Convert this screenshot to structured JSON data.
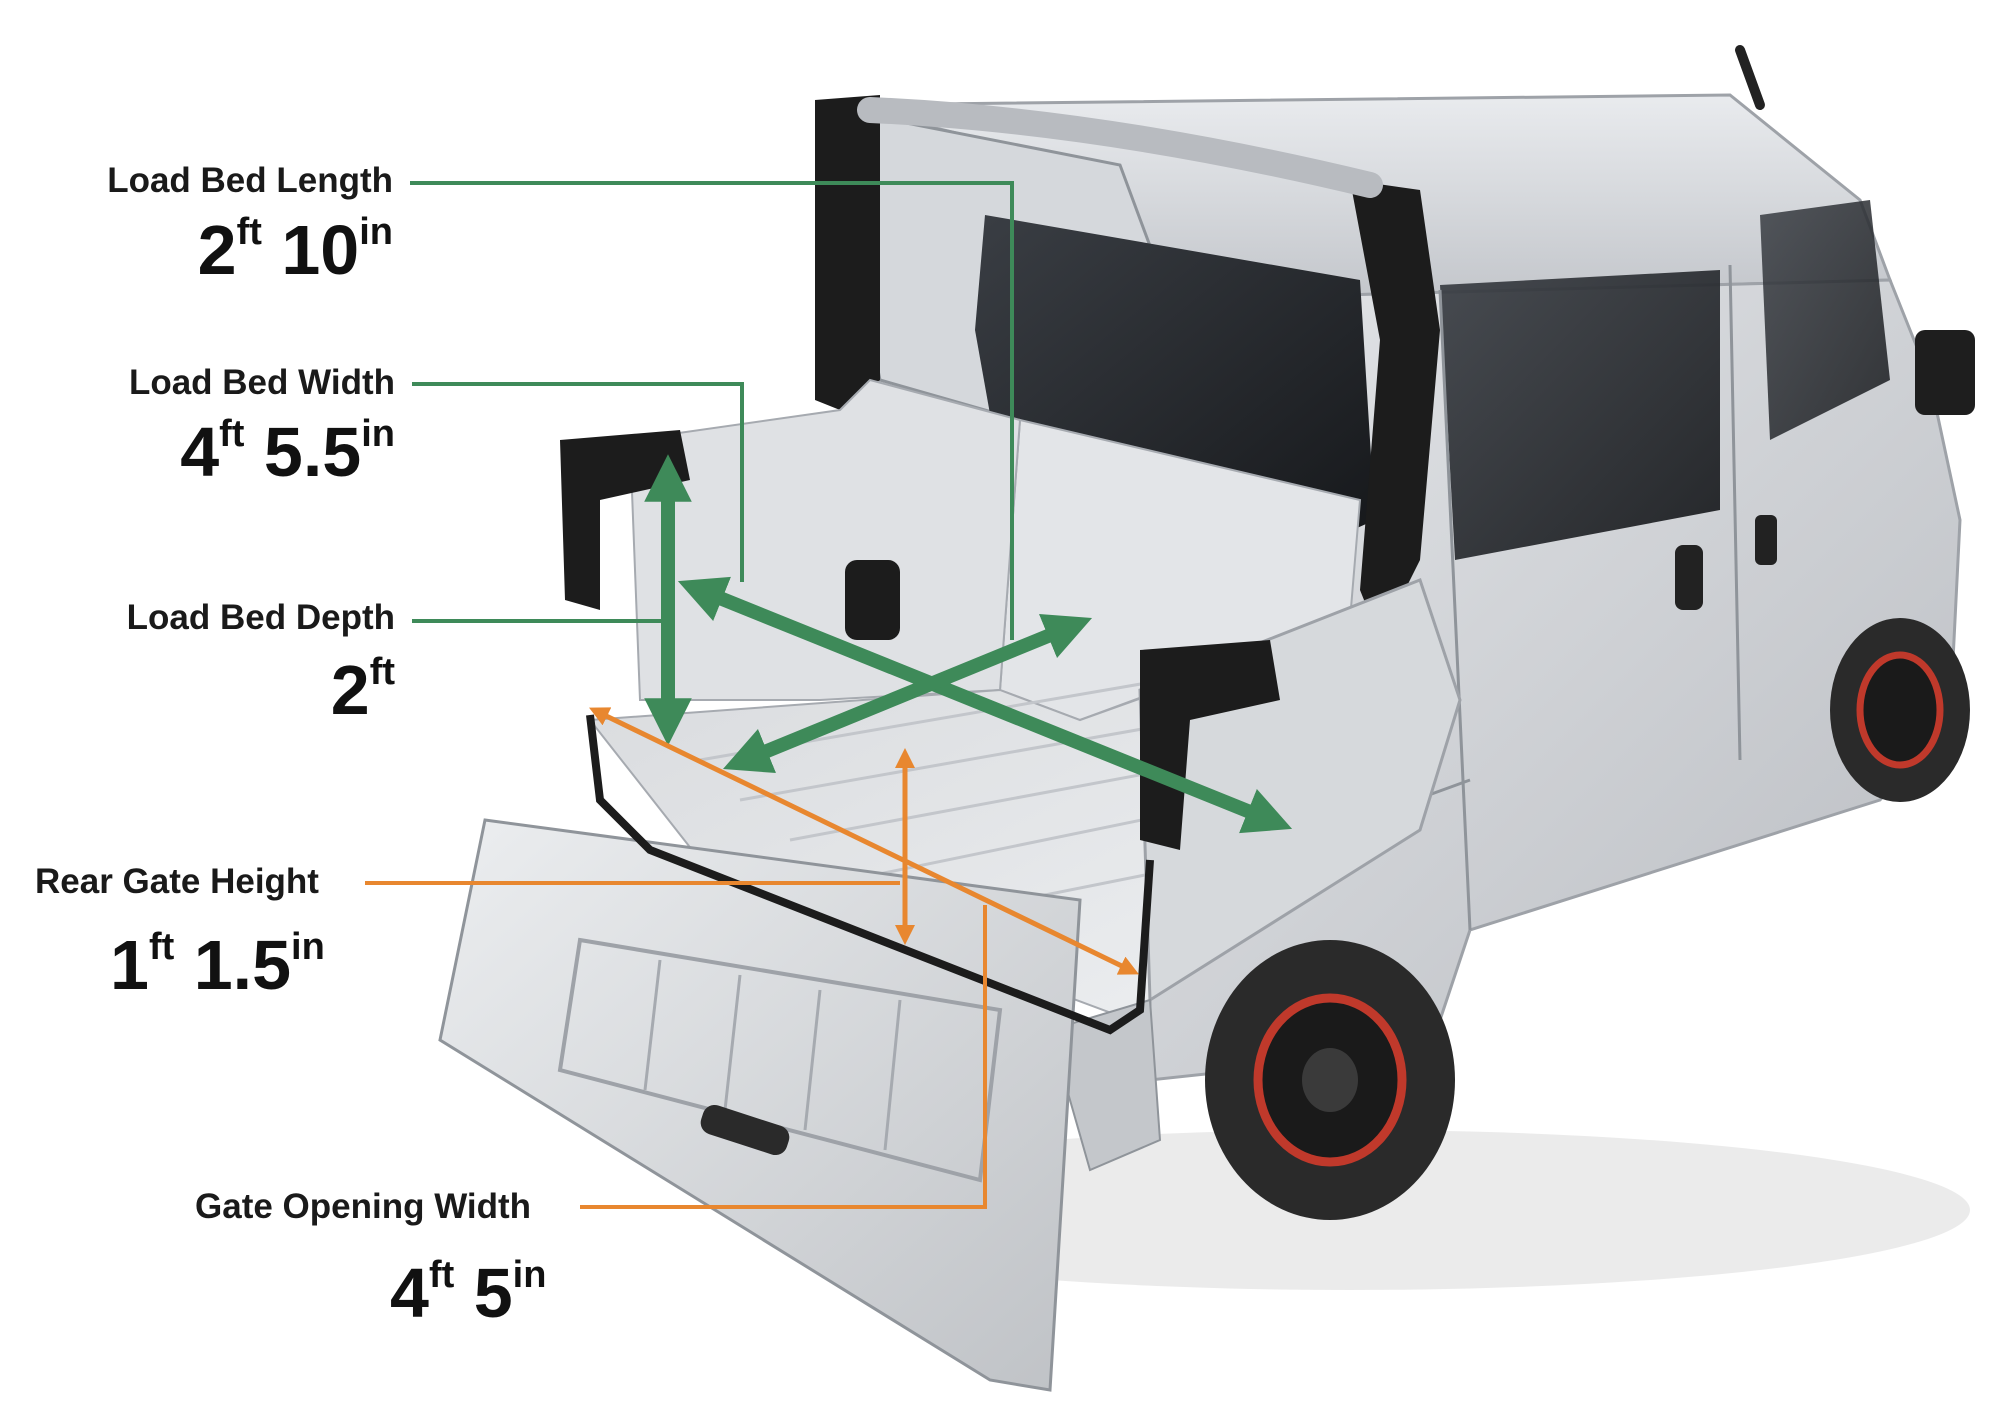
{
  "colors": {
    "green": "#3e8a59",
    "green_dark": "#2e7d4b",
    "orange": "#e8872f",
    "body_silver": "#c9ccd0",
    "trim_black": "#1c1c1c",
    "tire": "#2a2a2a",
    "rim_red": "#c0392b"
  },
  "specs": [
    {
      "label": "Load Bed Length",
      "v1": "2",
      "u1": "ft",
      "v2": "10",
      "u2": "in"
    },
    {
      "label": "Load Bed Width",
      "v1": "4",
      "u1": "ft",
      "v2": "5.5",
      "u2": "in"
    },
    {
      "label": "Load Bed Depth",
      "v1": "2",
      "u1": "ft"
    },
    {
      "label": "Rear Gate Height",
      "v1": "1",
      "u1": "ft",
      "v2": "1.5",
      "u2": "in"
    },
    {
      "label": "Gate Opening Width",
      "v1": "4",
      "u1": "ft",
      "v2": "5",
      "u2": "in"
    }
  ]
}
